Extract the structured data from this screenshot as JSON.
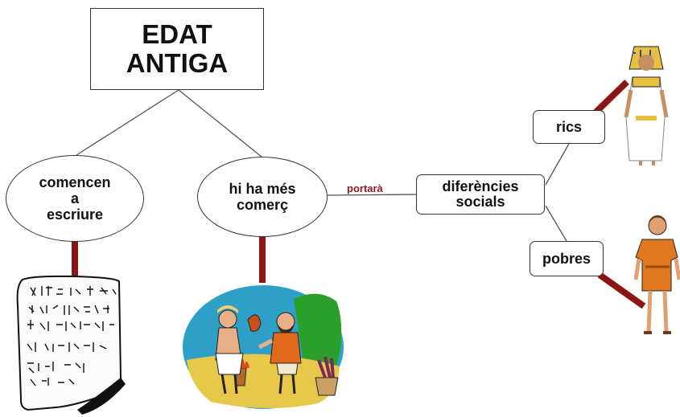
{
  "title": {
    "line1": "EDAT",
    "line2": "ANTIGA"
  },
  "nodes": {
    "writing": {
      "lines": [
        "comencen",
        "a",
        "escriure"
      ]
    },
    "trade": {
      "lines": [
        "hi ha més",
        "comerç"
      ]
    },
    "differences": {
      "lines": [
        "diferències",
        "socials"
      ]
    },
    "rich": {
      "label": "rics"
    },
    "poor": {
      "label": "pobres"
    }
  },
  "link_label": "portarà",
  "colors": {
    "line": "#555555",
    "image_link": "#8b1414",
    "link_label": "#8b1a1a"
  },
  "illustrations": [
    "clay-tablet-image",
    "merchants-trading-image",
    "pharaoh-image",
    "peasant-image"
  ]
}
